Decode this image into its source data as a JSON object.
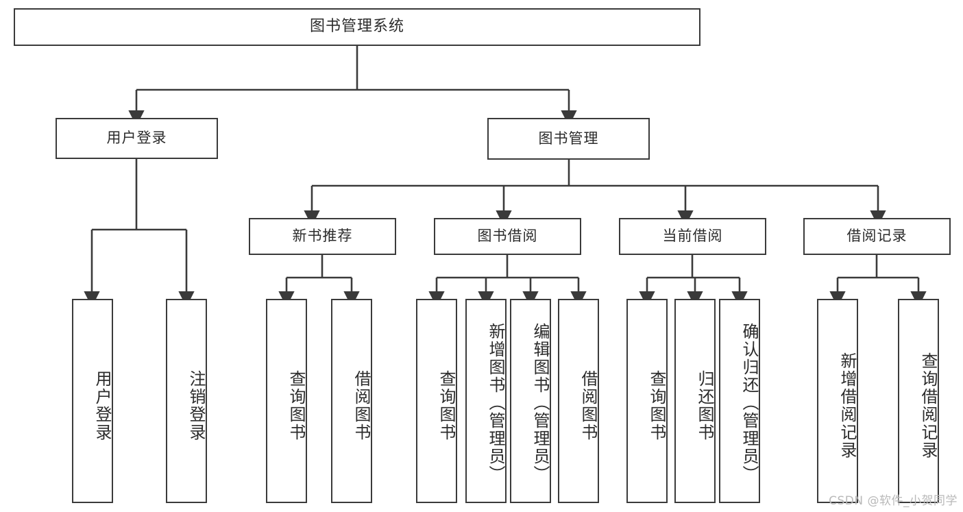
{
  "diagram": {
    "title": "图书管理系统",
    "type": "tree",
    "root": {
      "label": "图书管理系统"
    },
    "level1": [
      {
        "label": "用户登录"
      },
      {
        "label": "图书管理"
      }
    ],
    "level2": [
      {
        "label": "新书推荐",
        "parent": "图书管理"
      },
      {
        "label": "图书借阅",
        "parent": "图书管理"
      },
      {
        "label": "当前借阅",
        "parent": "图书管理"
      },
      {
        "label": "借阅记录",
        "parent": "图书管理"
      }
    ],
    "leaves": {
      "user_login": [
        {
          "label": "用户登录"
        },
        {
          "label": "注销登录"
        }
      ],
      "new_book_recommend": [
        {
          "label": "查询图书"
        },
        {
          "label": "借阅图书"
        }
      ],
      "book_borrow": [
        {
          "label": "查询图书"
        },
        {
          "label": "新增图书（管理员）"
        },
        {
          "label": "编辑图书（管理员）"
        },
        {
          "label": "借阅图书"
        }
      ],
      "current_borrow": [
        {
          "label": "查询图书"
        },
        {
          "label": "归还图书"
        },
        {
          "label": "确认归还（管理员）"
        }
      ],
      "borrow_record": [
        {
          "label": "新增借阅记录"
        },
        {
          "label": "查询借阅记录"
        }
      ]
    }
  },
  "watermark": {
    "text": "CSDN @软件_小贺同学"
  },
  "colors": {
    "border": "#3a3a3a",
    "text": "#2b2b2b",
    "background": "#ffffff",
    "watermark": "#b9b9b9"
  }
}
